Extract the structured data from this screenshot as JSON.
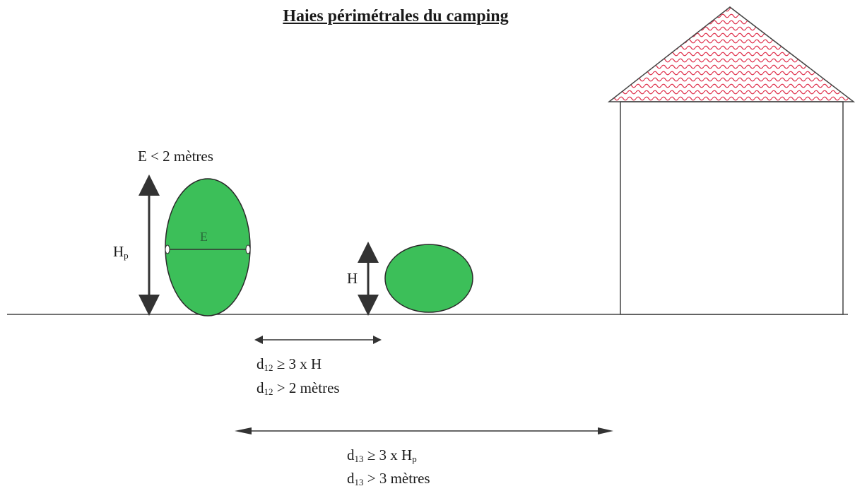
{
  "title": "Haies périmétrales du camping",
  "labels": {
    "width_limit": "E < 2 mètres",
    "width_symbol": "E",
    "tall_height": {
      "main": "H",
      "sub": "p"
    },
    "short_height": "H",
    "d12_rule_1": {
      "main": "d",
      "sub": "12",
      "rest": " ≥ 3 x H"
    },
    "d12_rule_2": {
      "main": "d",
      "sub": "12",
      "rest": " > 2 mètres"
    },
    "d13_rule_1": {
      "main": "d",
      "sub": "13",
      "rest": " ≥ 3 x H",
      "sub2": "p"
    },
    "d13_rule_2": {
      "main": "d",
      "sub": "13",
      "rest": " > 3 mètres"
    }
  },
  "colors": {
    "hedge_fill": "#3cbf59",
    "hedge_stroke": "#2a2a2a",
    "roof_pattern": "#e0344f",
    "line": "#333333"
  }
}
